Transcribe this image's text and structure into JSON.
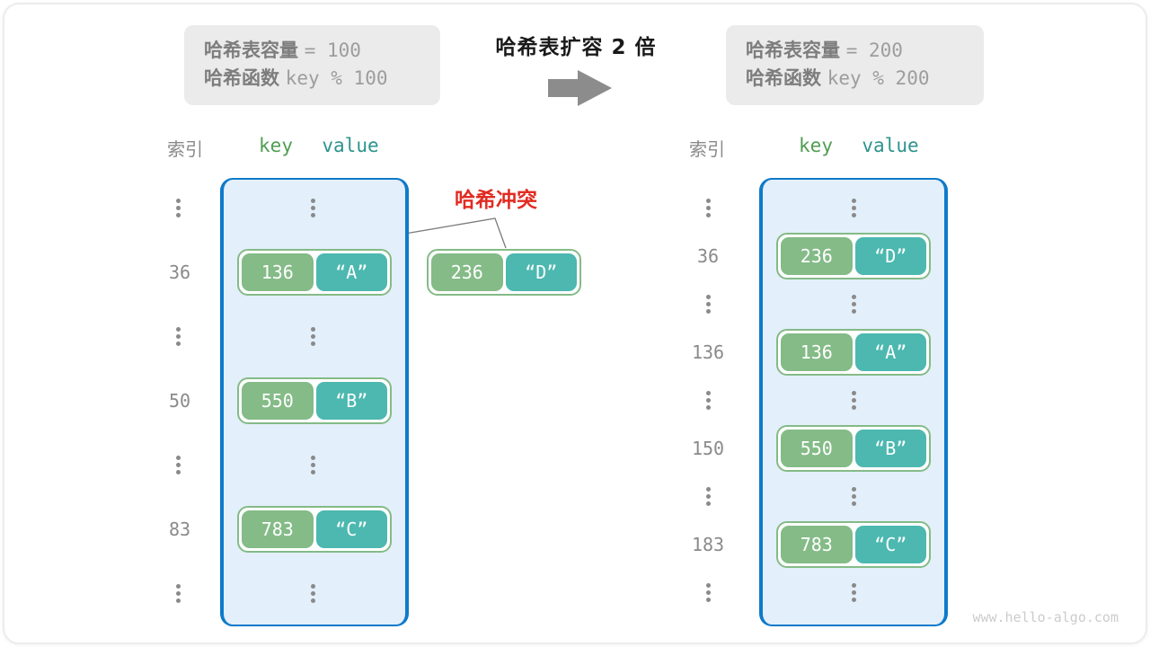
{
  "header": {
    "left_info": {
      "line1": {
        "label": "哈希表容量",
        "value": "= 100"
      },
      "line2": {
        "label": "哈希函数",
        "value": "key % 100"
      }
    },
    "right_info": {
      "line1": {
        "label": "哈希表容量",
        "value": "= 200"
      },
      "line2": {
        "label": "哈希函数",
        "value": "key % 200"
      }
    },
    "transition_title": "哈希表扩容 2 倍"
  },
  "collision": {
    "label": "哈希冲突",
    "pair": {
      "key": "236",
      "value": "“D”"
    }
  },
  "left_table": {
    "headers": {
      "index": "索引",
      "key": "key",
      "value": "value"
    },
    "rows": [
      {
        "type": "ellipsis"
      },
      {
        "type": "pair",
        "index": "36",
        "key": "136",
        "value": "“A”"
      },
      {
        "type": "ellipsis"
      },
      {
        "type": "pair",
        "index": "50",
        "key": "550",
        "value": "“B”"
      },
      {
        "type": "ellipsis"
      },
      {
        "type": "pair",
        "index": "83",
        "key": "783",
        "value": "“C”"
      },
      {
        "type": "ellipsis"
      }
    ]
  },
  "right_table": {
    "headers": {
      "index": "索引",
      "key": "key",
      "value": "value"
    },
    "rows": [
      {
        "type": "ellipsis"
      },
      {
        "type": "pair",
        "index": "36",
        "key": "236",
        "value": "“D”"
      },
      {
        "type": "ellipsis"
      },
      {
        "type": "pair",
        "index": "136",
        "key": "136",
        "value": "“A”"
      },
      {
        "type": "ellipsis"
      },
      {
        "type": "pair",
        "index": "150",
        "key": "550",
        "value": "“B”"
      },
      {
        "type": "ellipsis"
      },
      {
        "type": "pair",
        "index": "183",
        "key": "783",
        "value": "“C”"
      },
      {
        "type": "ellipsis"
      }
    ]
  },
  "watermark": "www.hello-algo.com",
  "colors": {
    "key_green": "#84bb87",
    "value_teal": "#4cb8b0",
    "pair_border_green": "#84bb87",
    "table_border_blue": "#0f7ac9",
    "table_bg_blue": "#e3effa",
    "collision_red": "#e12b21",
    "muted_gray": "#8a8a8a",
    "info_box_bg": "#ebebeb",
    "key_header_green": "#4f9e52",
    "value_header_teal": "#2d938d",
    "arrow_gray": "#8c8c8c"
  }
}
